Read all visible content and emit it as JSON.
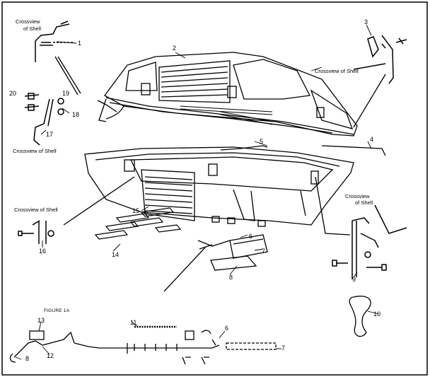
{
  "callouts": {
    "p1": "1",
    "p2": "2",
    "p3": "3",
    "p4": "4",
    "p5": "5",
    "p6a": "6",
    "p7a": "7",
    "p8a": "8",
    "p9": "9",
    "p10": "10",
    "p11": "11",
    "p12": "12",
    "p13": "13",
    "p14": "14",
    "p15": "15",
    "p16": "16",
    "p17": "17",
    "p18": "18",
    "p19": "19",
    "p20": "20",
    "p6b": "6",
    "p7b": "7",
    "p8b": "8"
  },
  "crossview": {
    "tl_1": "Crossview",
    "tl_2": "of Shell",
    "tr": "Crossview of Shell",
    "ml": "Crossview of Shell",
    "ll": "Crossview of Shell",
    "rr_1": "Crossview",
    "rr_2": "of Shell"
  },
  "figure_label": "FIGURE 1A"
}
